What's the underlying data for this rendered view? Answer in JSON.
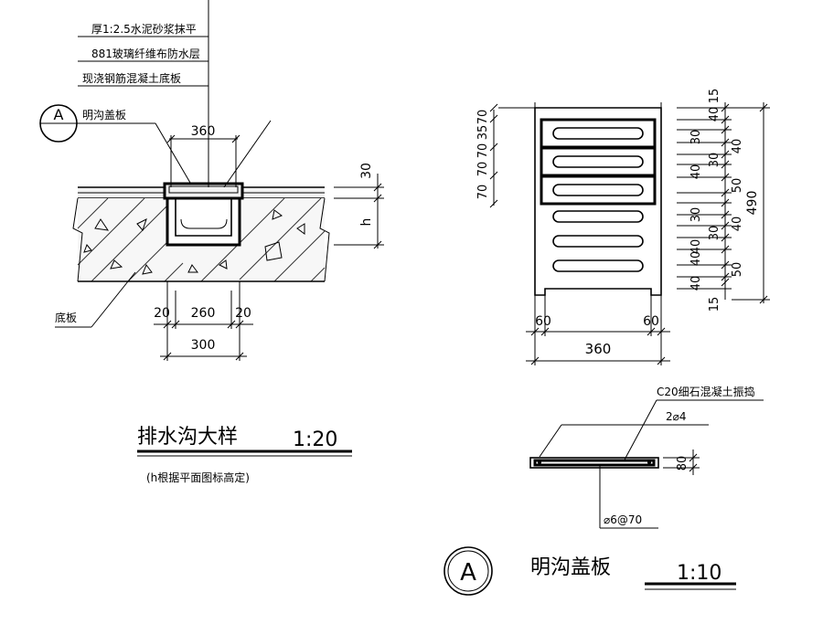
{
  "left_detail": {
    "layers": [
      "厚1:2.5水泥砂浆抹平",
      "881玻璃纤维布防水层",
      "现浇钢筋混凝土底板"
    ],
    "callout_symbol": "A",
    "callout_label": "明沟盖板",
    "dim_top": "360",
    "dim_right_top": "30",
    "dim_right_h": "h",
    "base_label": "底板",
    "dim_bottom": [
      "20",
      "260",
      "20"
    ],
    "dim_bottom_total": "300",
    "title": "排水沟大样",
    "scale": "1:20",
    "note": "(h根据平面图标高定)"
  },
  "plan_view": {
    "left_dims": [
      "70",
      "35",
      "70",
      "70",
      "70"
    ],
    "right_dims": [
      "15",
      "40",
      "30",
      "40",
      "30",
      "40",
      "50",
      "30",
      "40",
      "30",
      "40",
      "40",
      "50",
      "40",
      "15"
    ],
    "overall_height": "490",
    "bottom_dims": [
      "60",
      "60"
    ],
    "overall_width": "360"
  },
  "section_detail": {
    "concrete_label": "C20细石混凝土振捣",
    "rebar_top": "2⌀4",
    "thickness": "80",
    "rebar_bottom": "⌀6@70",
    "symbol": "A",
    "title": "明沟盖板",
    "scale": "1:10"
  }
}
